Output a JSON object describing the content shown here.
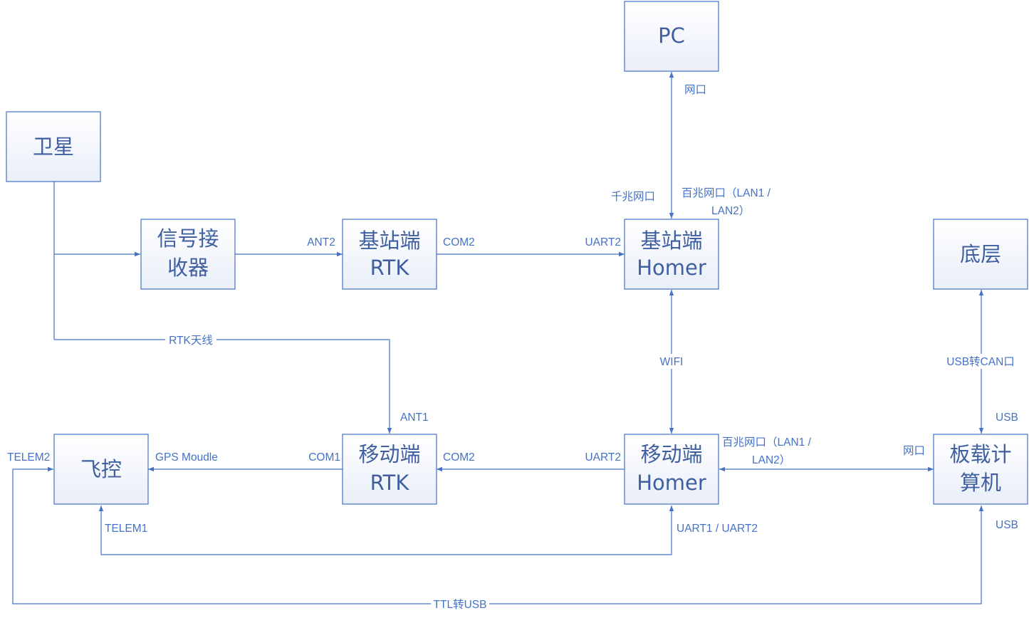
{
  "colors": {
    "line": "#4472C4",
    "text": "#3f5fa0",
    "box_fill_top": "#ffffff",
    "box_fill_bottom": "#e9eef8"
  },
  "nodes": {
    "satellite": {
      "label": "卫星"
    },
    "receiver": {
      "label_line1": "信号接",
      "label_line2": "收器"
    },
    "base_rtk": {
      "label_line1": "基站端",
      "label_line2": "RTK"
    },
    "base_homer": {
      "label_line1": "基站端",
      "label_line2": "Homer"
    },
    "pc": {
      "label": "PC"
    },
    "bottom_layer": {
      "label": "底层"
    },
    "flight_ctrl": {
      "label": "飞控"
    },
    "mobile_rtk": {
      "label_line1": "移动端",
      "label_line2": "RTK"
    },
    "mobile_homer": {
      "label_line1": "移动端",
      "label_line2": "Homer"
    },
    "onboard_computer": {
      "label_line1": "板载计",
      "label_line2": "算机"
    }
  },
  "labels": {
    "ant2": "ANT2",
    "base_rtk_com2": "COM2",
    "base_homer_uart2": "UART2",
    "pc_port": "网口",
    "gigabit_port": "千兆网口",
    "base_lan_line1": "百兆网口（LAN1 /",
    "base_lan_line2": "LAN2）",
    "rtk_antenna": "RTK天线",
    "wifi": "WIFI",
    "usb_can": "USB转CAN口",
    "ant1": "ANT1",
    "telem2": "TELEM2",
    "gps_module": "GPS Moudle",
    "com1": "COM1",
    "mobile_rtk_com2": "COM2",
    "mobile_homer_uart2": "UART2",
    "mobile_lan_line1": "百兆网口（LAN1 /",
    "mobile_lan_line2": "LAN2）",
    "onboard_port": "网口",
    "usb_upper": "USB",
    "telem1": "TELEM1",
    "uart12": "UART1 / UART2",
    "usb_lower": "USB",
    "ttl_usb": "TTL转USB"
  }
}
